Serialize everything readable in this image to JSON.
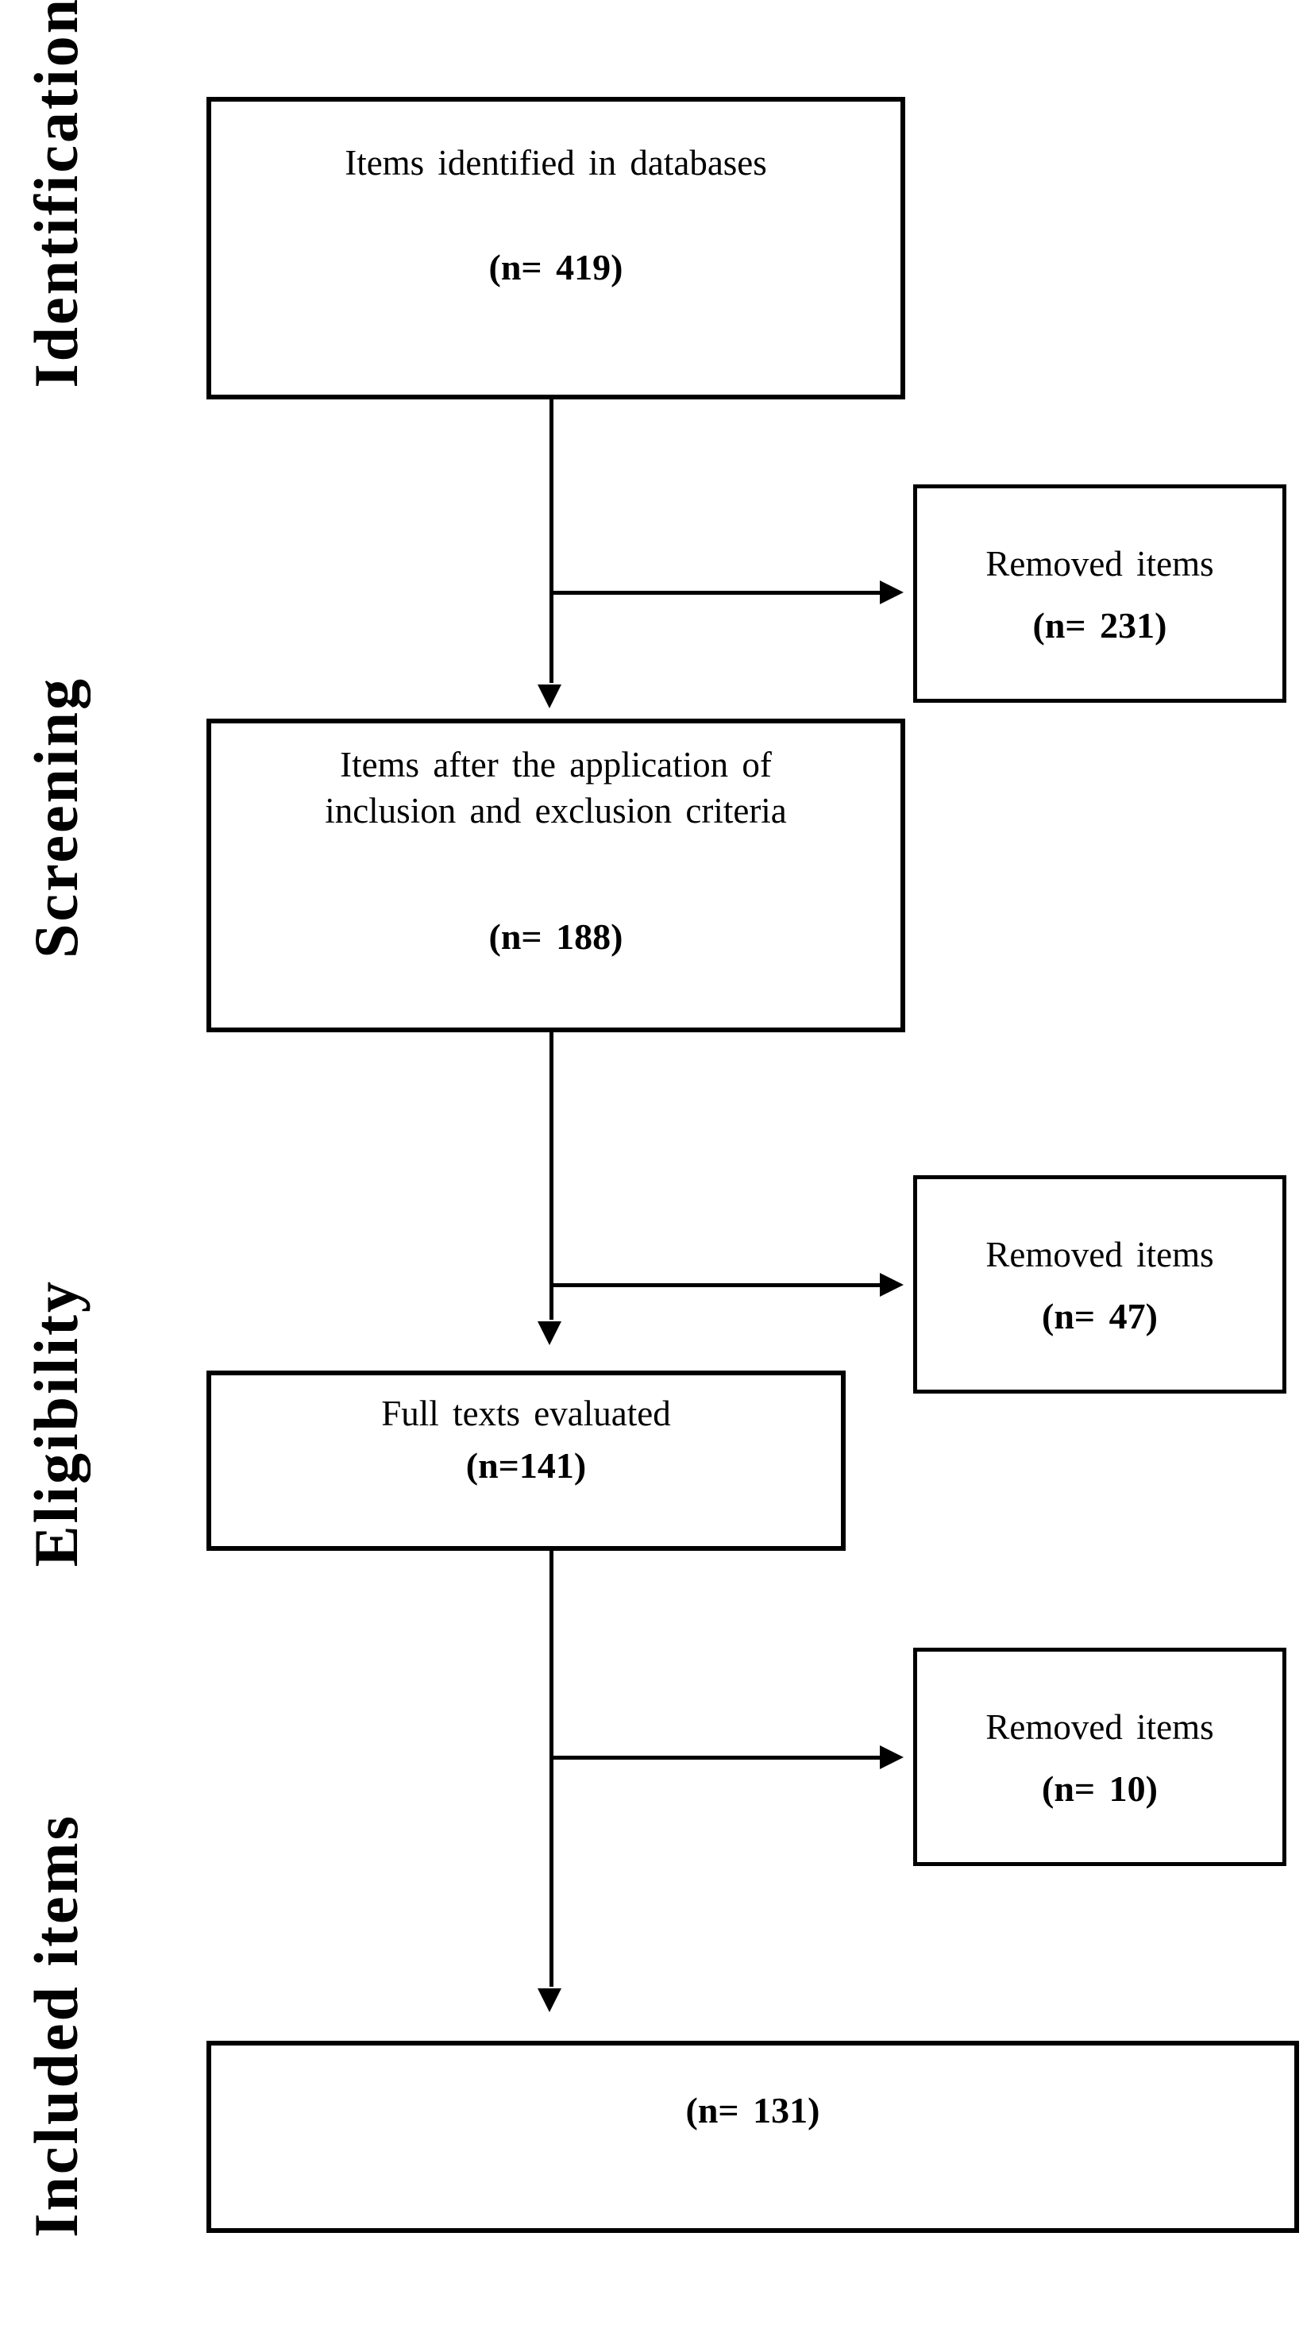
{
  "diagram": {
    "stage_labels": [
      {
        "label": "Identification"
      },
      {
        "label": "Screening"
      },
      {
        "label": "Eligibility"
      },
      {
        "label": "Included items"
      }
    ],
    "main_boxes": {
      "identified": {
        "line1": "Items identified in databases",
        "n": "(n= 419)"
      },
      "screened": {
        "line1": "Items after the application of",
        "line2": "inclusion and exclusion criteria",
        "n": "(n= 188)"
      },
      "full_text": {
        "line1": "Full texts evaluated",
        "n": "(n=141)"
      },
      "included": {
        "n": "(n= 131)"
      }
    },
    "side_boxes": [
      {
        "title": "Removed items",
        "n": "(n= 231)"
      },
      {
        "title": "Removed items",
        "n": "(n= 47)"
      },
      {
        "title": "Removed items",
        "n": "(n= 10)"
      }
    ],
    "colors": {
      "ink": "#000000",
      "background": "#ffffff"
    }
  }
}
